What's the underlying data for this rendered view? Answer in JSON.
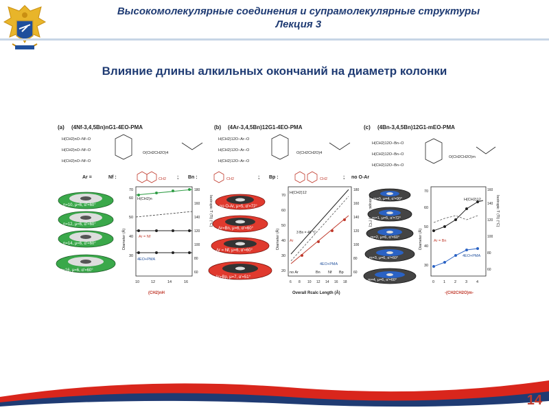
{
  "header": {
    "title": "Высокомолекулярные соединения и супрамолекулярные структуры",
    "subtitle": "Лекция 3"
  },
  "slide": {
    "title": "Влияние длины алкильных окончаний на диаметр колонки",
    "page_number": "14"
  },
  "figure": {
    "panel_a": {
      "label": "(a)",
      "compound": "(4Nf-3,4,5Bn)nG1-4EO-PMA",
      "chem_rows": [
        "H(CH2)nO−Nf−O",
        "H(CH2)nO−Nf−O",
        "H(CH2)nO−Nf−O"
      ],
      "ester": "O(CH2CH2O)4",
      "disks": [
        "n=10, μ=6, α'=60°",
        "n=12, μ=6, α'=60°",
        "n=14, μ=6, α'=60°",
        "n=16, μ=6, α'=60°"
      ],
      "series": [
        "H(CH2)n",
        "Ar = Nf",
        "4EO+PMA"
      ],
      "xlabel": "(CH2)nH",
      "ylabel": "Diameter (Å)",
      "y2label": "Isotropic T (Ti) (°C)",
      "xticks": [
        "10",
        "12",
        "14",
        "16"
      ],
      "yticks": [
        "30",
        "40",
        "50",
        "60",
        "70"
      ],
      "y2ticks": [
        "60",
        "80",
        "100",
        "120",
        "140",
        "160",
        "180"
      ]
    },
    "panel_b": {
      "label": "(b)",
      "compound": "(4Ar-3,4,5Bn)12G1-4EO-PMA",
      "chem_rows": [
        "H(CH2)12O−Ar−O",
        "H(CH2)12O−Ar−O",
        "H(CH2)12O−Ar−O"
      ],
      "ester": "O(CH2CH2O)4",
      "disks": [
        "no O-Ar, μ=5, α'=72°",
        "Ar=Bn, μ=6, α'=60°",
        "Ar = Nf, μ=6, α'=60°",
        "Ar=Bp, μ=7, α'=51°"
      ],
      "annotation": "3 Bn = 45 °C",
      "series": [
        "H(CH2)12",
        "Ar",
        "4EO+PMA"
      ],
      "xcats": [
        "no Ar",
        "Bn",
        "Nf",
        "Bp"
      ],
      "xlabel": "Overall Rcalc Length (Å)",
      "ylabel": "Diameter (Å)",
      "y2label": "Isotropic T (Ti) (°C)",
      "xticks": [
        "6",
        "8",
        "10",
        "12",
        "14",
        "16",
        "18"
      ],
      "yticks": [
        "20",
        "30",
        "40",
        "50",
        "60",
        "70"
      ],
      "y2ticks": [
        "60",
        "80",
        "100",
        "120",
        "140",
        "160",
        "180"
      ]
    },
    "panel_c": {
      "label": "(c)",
      "compound": "(4Bn-3,4,5Bn)12G1-mEO-PMA",
      "chem_rows": [
        "H(CH2)12O−Bn−O",
        "H(CH2)12O−Bn−O",
        "H(CH2)12O−Bn−O"
      ],
      "ester": "O(CH2CH2O)m",
      "disks": [
        "m=0, μ=4, α'=90°",
        "m=1, μ=5, α'=72°",
        "m=2, μ=6, α'=60°",
        "m=3, μ=6, α'=60°",
        "m=4, μ=6, α'=60°"
      ],
      "series": [
        "H(CH2)12",
        "Ar = Bn",
        "4EO+PMA"
      ],
      "xlabel": "-(CH2CH2O)m-",
      "ylabel": "Diameter (Å)",
      "y2label": "Isotropic T (Ti) (°C)",
      "xticks": [
        "0",
        "1",
        "2",
        "3",
        "4"
      ],
      "yticks": [
        "30",
        "40",
        "50",
        "60",
        "70"
      ],
      "y2ticks": [
        "60",
        "80",
        "100",
        "120",
        "140",
        "160"
      ]
    },
    "aryl_legend": {
      "ar_label": "Ar =",
      "nf_label": "Nf :",
      "bn_label": "Bn :",
      "bp_label": "Bp :",
      "no_oar": "no O-Ar",
      "ch2": "CH2"
    }
  },
  "colors": {
    "header_text": "#1f3b73",
    "page_number": "#c0392b",
    "wave_red": "#d9261c",
    "wave_blue": "#1f3b73"
  }
}
